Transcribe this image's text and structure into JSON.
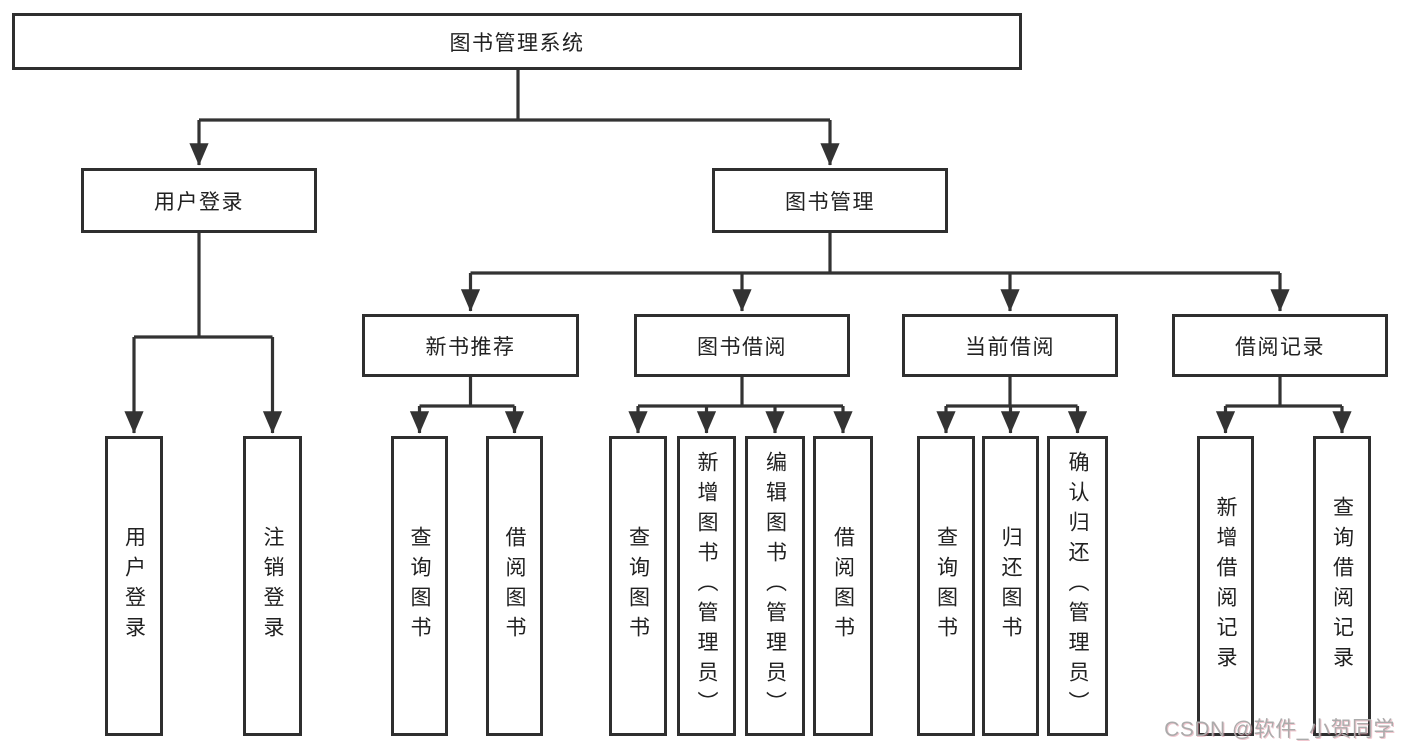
{
  "diagram": {
    "root": {
      "label": "图书管理系统"
    },
    "branches": [
      {
        "label": "用户登录",
        "children": [
          {
            "label": "用户登录"
          },
          {
            "label": "注销登录"
          }
        ]
      },
      {
        "label": "图书管理",
        "children": [
          {
            "label": "新书推荐",
            "children": [
              {
                "label": "查询图书"
              },
              {
                "label": "借阅图书"
              }
            ]
          },
          {
            "label": "图书借阅",
            "children": [
              {
                "label": "查询图书"
              },
              {
                "label": "新增图书（管理员）"
              },
              {
                "label": "编辑图书（管理员）"
              },
              {
                "label": "借阅图书"
              }
            ]
          },
          {
            "label": "当前借阅",
            "children": [
              {
                "label": "查询图书"
              },
              {
                "label": "归还图书"
              },
              {
                "label": "确认归还（管理员）"
              }
            ]
          },
          {
            "label": "借阅记录",
            "children": [
              {
                "label": "新增借阅记录"
              },
              {
                "label": "查询借阅记录"
              }
            ]
          }
        ]
      }
    ]
  },
  "watermark": {
    "text": "CSDN @软件_小贺同学"
  },
  "colors": {
    "line": "#333333",
    "box_border": "#2f2f2f",
    "text": "#212121",
    "background": "#ffffff",
    "watermark": "#ababab"
  }
}
